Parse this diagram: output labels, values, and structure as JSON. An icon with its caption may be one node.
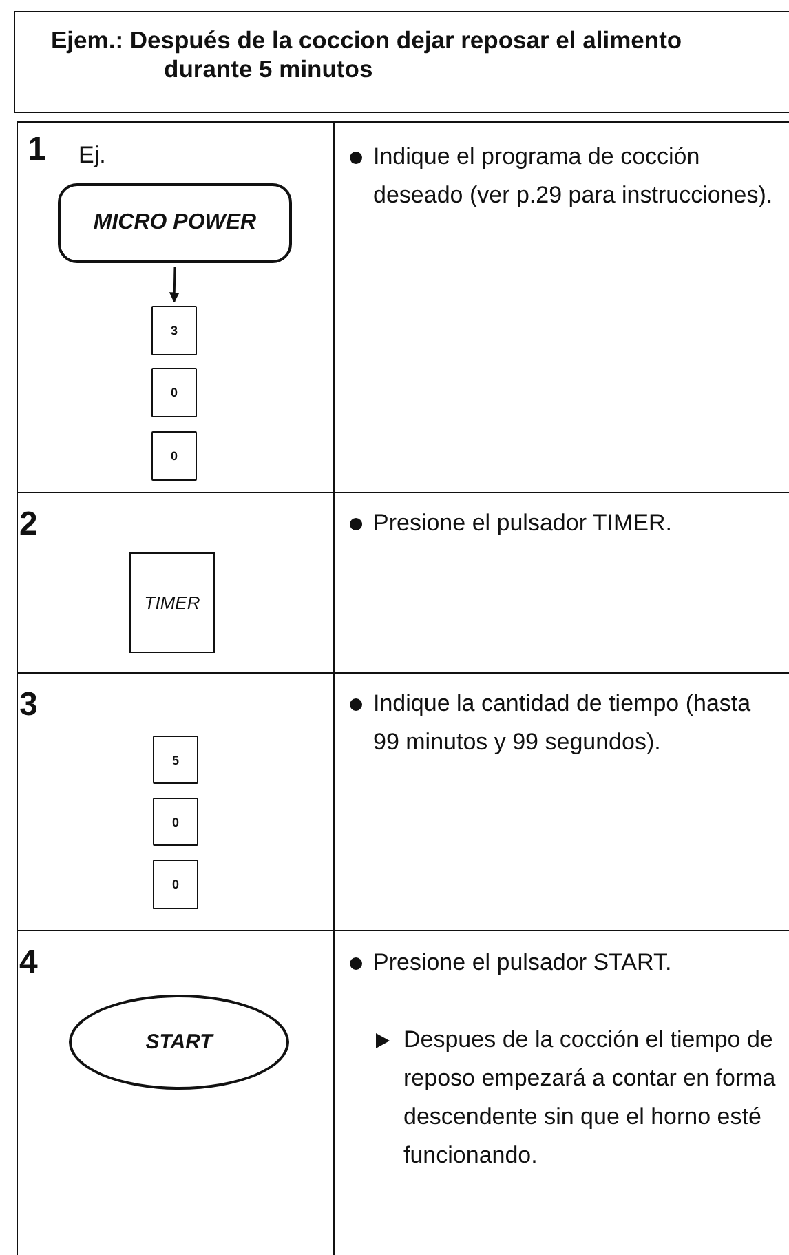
{
  "diagram": {
    "title": "Ejem.: Después de la coccion dejar reposar el alimento durante 5 minutos",
    "nodes": [
      {
        "text": [
          "MICRO POWER"
        ]
      },
      {
        "text": [
          "3"
        ]
      },
      {
        "text": [
          "0"
        ]
      },
      {
        "text": [
          "0"
        ]
      },
      {
        "text": [
          "TIMER"
        ]
      },
      {
        "text": [
          "5"
        ]
      },
      {
        "text": [
          "0"
        ]
      },
      {
        "text": [
          "0"
        ]
      },
      {
        "text": [
          "START"
        ]
      }
    ],
    "edges": [
      {
        "from": 0,
        "to": 1,
        "arrow": "to"
      }
    ],
    "labels": [
      "1",
      "Ej.",
      "Indique el programa de cocción deseado (ver p.29 para instrucciones).",
      "2",
      "Presione el pulsador TIMER.",
      "3",
      "Indique la cantidad de tiempo (hasta 99 minutos y 99 segundos).",
      "4",
      "Presione el pulsador START.",
      "Despues de la cocción el tiempo de reposo empezará a contar en forma descendente sin que el horno esté funcionando."
    ]
  }
}
